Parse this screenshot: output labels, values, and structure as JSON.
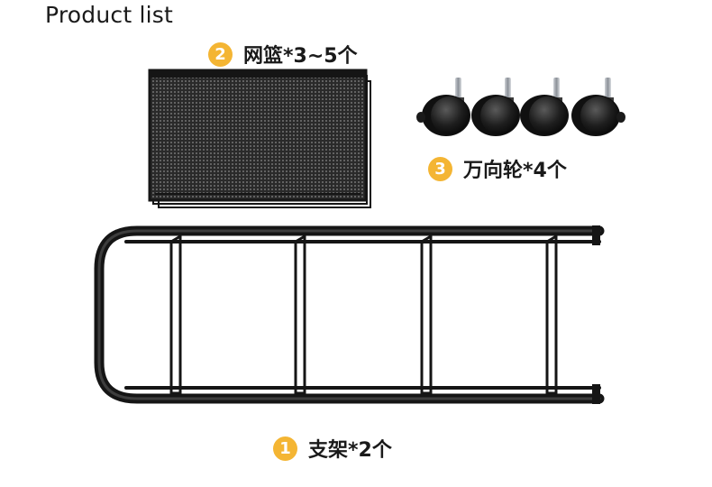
{
  "title": "Product list",
  "colors": {
    "badge": "#f4b533",
    "metal": "#151515",
    "mesh": "#3a3a3a"
  },
  "items": [
    {
      "number": "1",
      "text": "支架*2个",
      "icon": "frame-rack"
    },
    {
      "number": "2",
      "text": "网篮*3~5个",
      "icon": "mesh-basket"
    },
    {
      "number": "3",
      "text": "万向轮*4个",
      "icon": "caster-wheel"
    }
  ]
}
